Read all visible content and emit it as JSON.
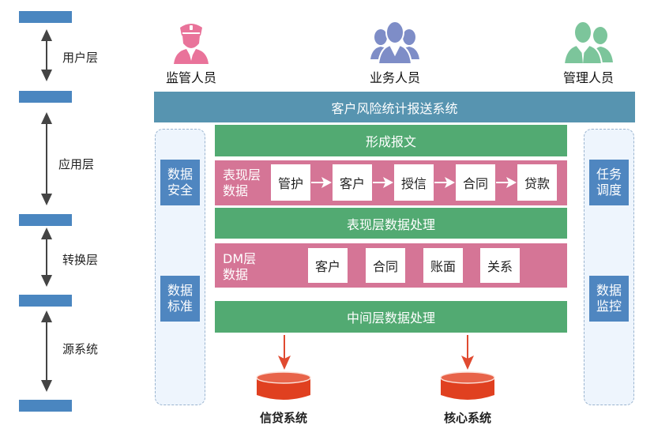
{
  "layers": [
    {
      "label": "用户层"
    },
    {
      "label": "应用层"
    },
    {
      "label": "转换层"
    },
    {
      "label": "源系统"
    }
  ],
  "personas": [
    {
      "label": "监管人员",
      "icon": "police-person-icon",
      "color": "#e9739a"
    },
    {
      "label": "业务人员",
      "icon": "business-group-icon",
      "color": "#7e8dc7"
    },
    {
      "label": "管理人员",
      "icon": "manager-pair-icon",
      "color": "#7cc59b"
    }
  ],
  "system": {
    "title": "客户风险统计报送系统"
  },
  "left_column": {
    "boxes": [
      {
        "line1": "数据",
        "line2": "安全"
      },
      {
        "line1": "数据",
        "line2": "标准"
      }
    ]
  },
  "right_column": {
    "boxes": [
      {
        "line1": "任务",
        "line2": "调度"
      },
      {
        "line1": "数据",
        "line2": "监控"
      }
    ]
  },
  "center": {
    "report_bar": "形成报文",
    "presentation": {
      "title_line1": "表现层",
      "title_line2": "数据",
      "flow": [
        "管护",
        "客户",
        "授信",
        "合同",
        "贷款"
      ]
    },
    "presentation_processing": "表现层数据处理",
    "dm": {
      "title_line1": "DM层",
      "title_line2": "数据",
      "items": [
        "客户",
        "合同",
        "账面",
        "关系"
      ]
    },
    "middle_processing": "中间层数据处理"
  },
  "sources": [
    {
      "label": "信贷系统"
    },
    {
      "label": "核心系统"
    }
  ],
  "colors": {
    "axis_blue": "#4a86c0",
    "system_bar": "#5794b0",
    "green": "#52aa72",
    "pink": "#d57596",
    "side_box": "#4f86c0",
    "db_red": "#e04020",
    "arrow_red": "#e04a30"
  }
}
